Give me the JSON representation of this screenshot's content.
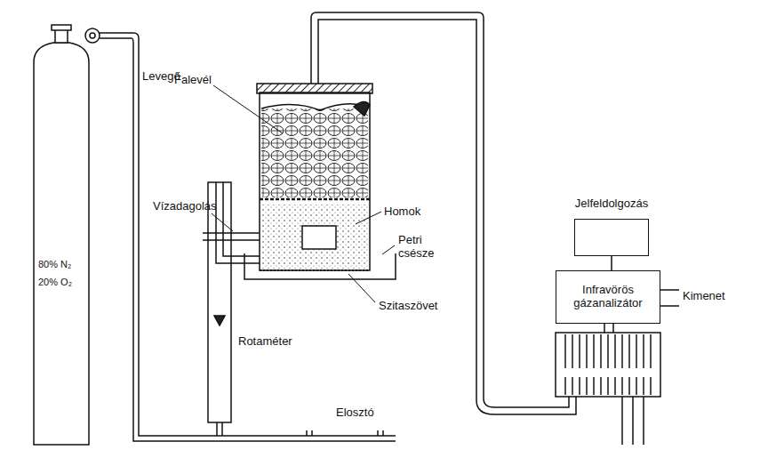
{
  "diagram": {
    "nodes": [
      {
        "text": [
          "Jelfeldolgozás"
        ]
      },
      {
        "text": [
          "Infravörös gázanalizátor"
        ]
      }
    ],
    "edges": [
      {
        "from": 0,
        "to": 1,
        "arrow": "none"
      }
    ],
    "labels": [
      "Falevél",
      "Vízadagolás",
      "Homok",
      "Levegő",
      "Petri csésze",
      "Szitaszövet",
      "Rotaméter",
      "Elosztó",
      "Kimenet",
      "80% N₂",
      "20% O₂"
    ]
  }
}
